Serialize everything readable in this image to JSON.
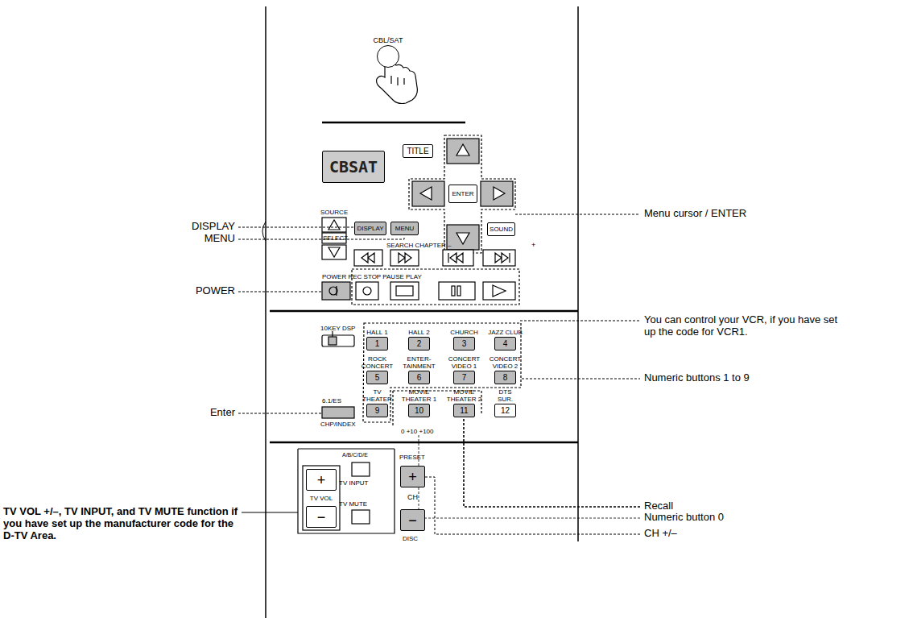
{
  "diagram": {
    "nodes": [
      {
        "text": [
          "CBL/SAT"
        ]
      },
      {
        "text": [
          "CBSAT"
        ]
      },
      {
        "text": [
          "TITLE"
        ]
      },
      {
        "text": [
          "ENTER"
        ]
      },
      {
        "text": [
          "DISPLAY"
        ]
      },
      {
        "text": [
          "MENU"
        ]
      },
      {
        "text": [
          "SOUND"
        ]
      },
      {
        "text": [
          "HALL 1",
          "1"
        ]
      },
      {
        "text": [
          "HALL 2",
          "2"
        ]
      },
      {
        "text": [
          "CHURCH",
          "3"
        ]
      },
      {
        "text": [
          "JAZZ CLUB",
          "4"
        ]
      },
      {
        "text": [
          "ROCK CONCERT",
          "5"
        ]
      },
      {
        "text": [
          "ENTER- TAINMENT",
          "6"
        ]
      },
      {
        "text": [
          "CONCERT VIDEO 1",
          "7"
        ]
      },
      {
        "text": [
          "CONCERT VIDEO 2",
          "8"
        ]
      },
      {
        "text": [
          "TV THEATER",
          "9"
        ]
      },
      {
        "text": [
          "MOVIE THEATER 1",
          "10"
        ]
      },
      {
        "text": [
          "MOVIE THEATER 2",
          "11"
        ]
      },
      {
        "text": [
          "DTS SUR.",
          "12"
        ]
      },
      {
        "text": [
          "+"
        ]
      },
      {
        "text": [
          "−"
        ]
      },
      {
        "text": [
          "+"
        ]
      },
      {
        "text": [
          "−"
        ]
      }
    ],
    "labels": [
      "Menu cursor / ENTER",
      "DISPLAY",
      "MENU",
      "SOURCE",
      "SELECT",
      "SEARCH CHAPTER –",
      "+",
      "POWER REC STOP PAUSE PLAY",
      "POWER",
      "You can control your VCR, if you have set up the code for VCR1.",
      "10KEY DSP",
      "Numeric buttons 1 to 9",
      "6.1/ES",
      "Enter",
      "CHP/INDEX",
      "0 +10 +100",
      "Recall",
      "Numeric button 0",
      "A/B/C/D/E",
      "PRESET",
      "TV VOL",
      "TV INPUT",
      "TV MUTE",
      "CH",
      "CH +/–",
      "TV VOL +/–, TV INPUT, and TV MUTE function if you have set up the manufacturer code for the D-TV Area.",
      "DISC"
    ]
  }
}
